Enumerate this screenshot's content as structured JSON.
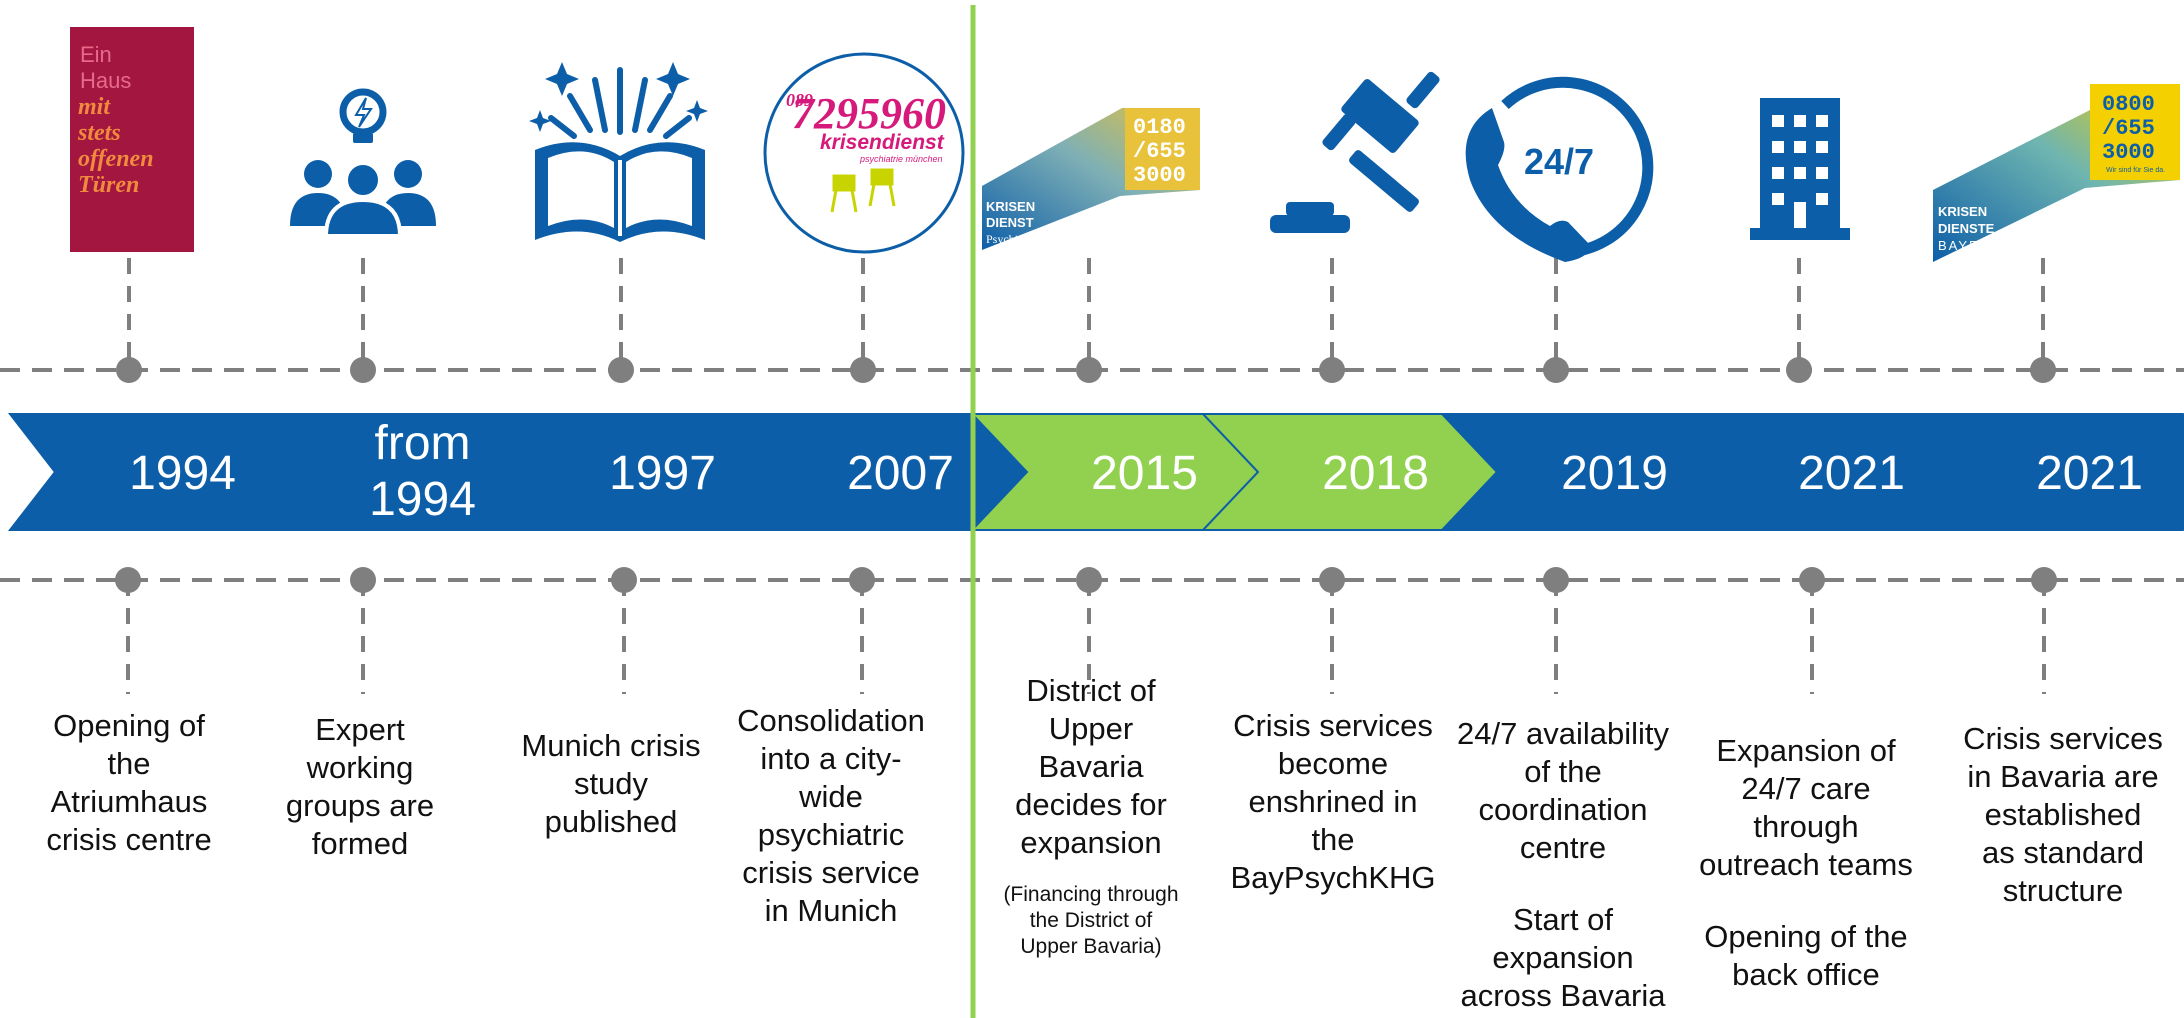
{
  "colors": {
    "blue": "#0d5ea8",
    "green": "#92d050",
    "connector": "#7f7f7f",
    "divider": "#92d050",
    "crimson": "#a3163f",
    "yellow": "#f2c71b"
  },
  "milestones": [
    {
      "year_lines": [
        "1994"
      ],
      "highlight": false,
      "icon": "atriumhaus-poster-icon",
      "description": "Opening of\nthe\nAtriumhaus\ncrisis centre"
    },
    {
      "year_lines": [
        "from",
        "1994"
      ],
      "highlight": false,
      "icon": "working-group-icon",
      "description": "Expert\nworking\ngroups are\nformed"
    },
    {
      "year_lines": [
        "1997"
      ],
      "highlight": false,
      "icon": "open-book-icon",
      "description": "Munich crisis\nstudy\npublished"
    },
    {
      "year_lines": [
        "2007"
      ],
      "highlight": false,
      "icon": "krisendienst-munich-logo-icon",
      "description": "Consolidation\ninto a city-\nwide\npsychiatric\ncrisis service\nin Munich"
    },
    {
      "year_lines": [
        "2015"
      ],
      "highlight": true,
      "icon": "krisendienst-psychiatrie-logo-icon",
      "description": "District of\nUpper\nBavaria\ndecides for\nexpansion",
      "note": "(Financing through\nthe District of\nUpper Bavaria)"
    },
    {
      "year_lines": [
        "2018"
      ],
      "highlight": true,
      "icon": "gavel-icon",
      "description": "Crisis services\nbecome\nenshrined in\nthe\nBayPsychKHG"
    },
    {
      "year_lines": [
        "2019"
      ],
      "highlight": false,
      "icon": "phone-24-7-icon",
      "description": "24/7 availability\nof the\ncoordination\ncentre",
      "extra": "Start of\nexpansion\nacross Bavaria"
    },
    {
      "year_lines": [
        "2021"
      ],
      "highlight": false,
      "icon": "office-building-icon",
      "description": "Expansion of\n24/7 care\nthrough\noutreach teams",
      "extra": "Opening of the\nback office"
    },
    {
      "year_lines": [
        "2021"
      ],
      "highlight": false,
      "icon": "krisendienste-bayern-logo-icon",
      "description": "Crisis services\nin Bavaria are\nestablished\nas standard\nstructure"
    }
  ],
  "logos": {
    "atriumhaus": {
      "light": [
        "Ein",
        "Haus"
      ],
      "bold": [
        "mit",
        "stets",
        "offenen",
        "Türen"
      ]
    },
    "munich": {
      "area_code": "089",
      "number": "7295960",
      "name": "krisendienst",
      "sub": "psychiatrie münchen"
    },
    "psychiatrie": {
      "phone_lines": [
        "0180",
        "/655",
        "3000"
      ],
      "brand_lines": [
        "KRISEN",
        "DIENST"
      ],
      "sub": "Psychiatrie"
    },
    "phone_badge": "24/7",
    "bayern": {
      "phone_lines": [
        "0800",
        "/655",
        "3000"
      ],
      "tagline": "Wir sind für Sie da.",
      "brand_lines": [
        "KRISEN",
        "DIENSTE"
      ],
      "sub": "BAYERN"
    }
  }
}
